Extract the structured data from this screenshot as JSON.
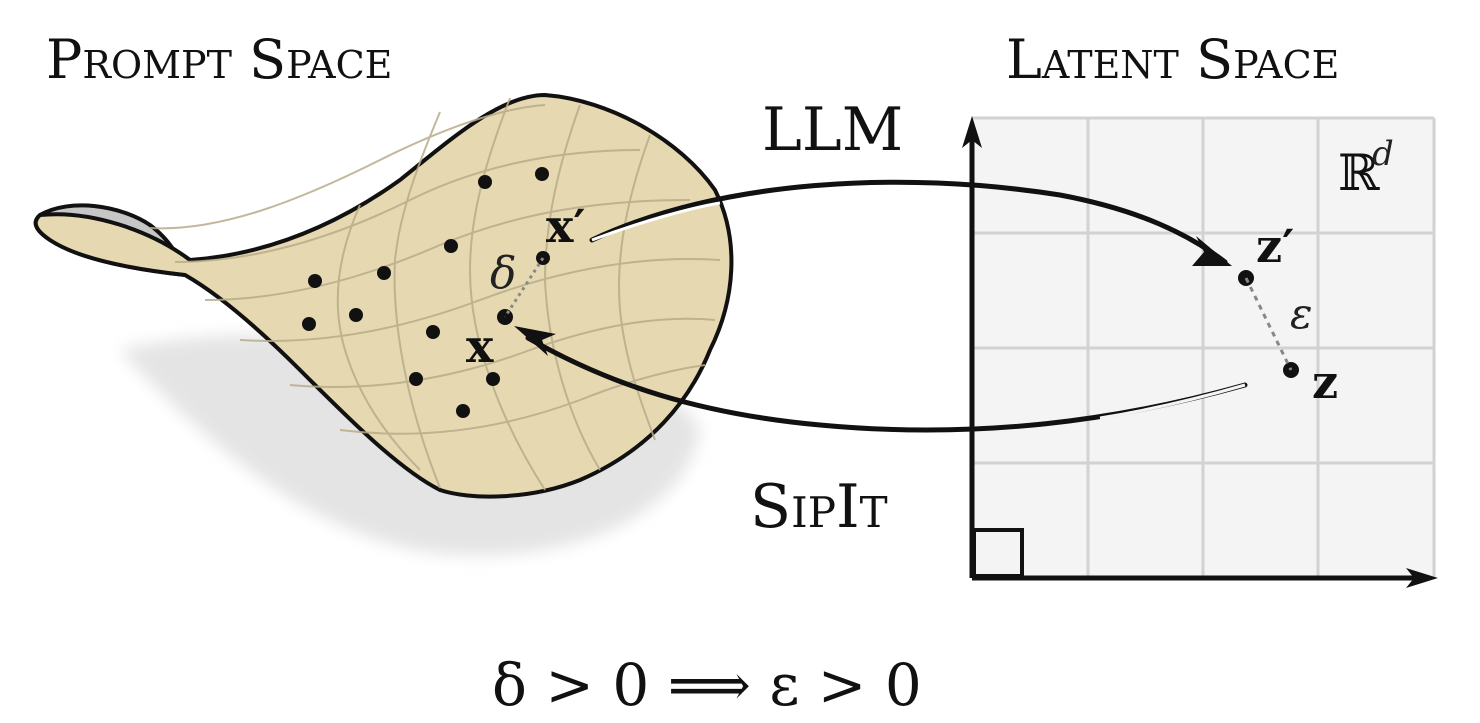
{
  "titles": {
    "prompt_space": "Prompt Space",
    "latent_space": "Latent Space"
  },
  "arrows": {
    "forward_label": "LLM",
    "backward_label": "SipIt"
  },
  "latent": {
    "space_symbol": "ℝ",
    "space_exponent": "d"
  },
  "points": {
    "x": "x",
    "x_prime": "x′",
    "z": "z",
    "z_prime": "z′"
  },
  "distances": {
    "delta": "δ",
    "epsilon": "ε"
  },
  "formula": "δ > 0 ⟹ ε > 0",
  "colors": {
    "manifold_fill": "#e6d8b0",
    "manifold_underside": "#c4c4c4",
    "shadow": "#e6e6e6",
    "grid_bg": "#f4f4f4",
    "grid_line": "#d2d2d2",
    "ink": "#111111"
  }
}
